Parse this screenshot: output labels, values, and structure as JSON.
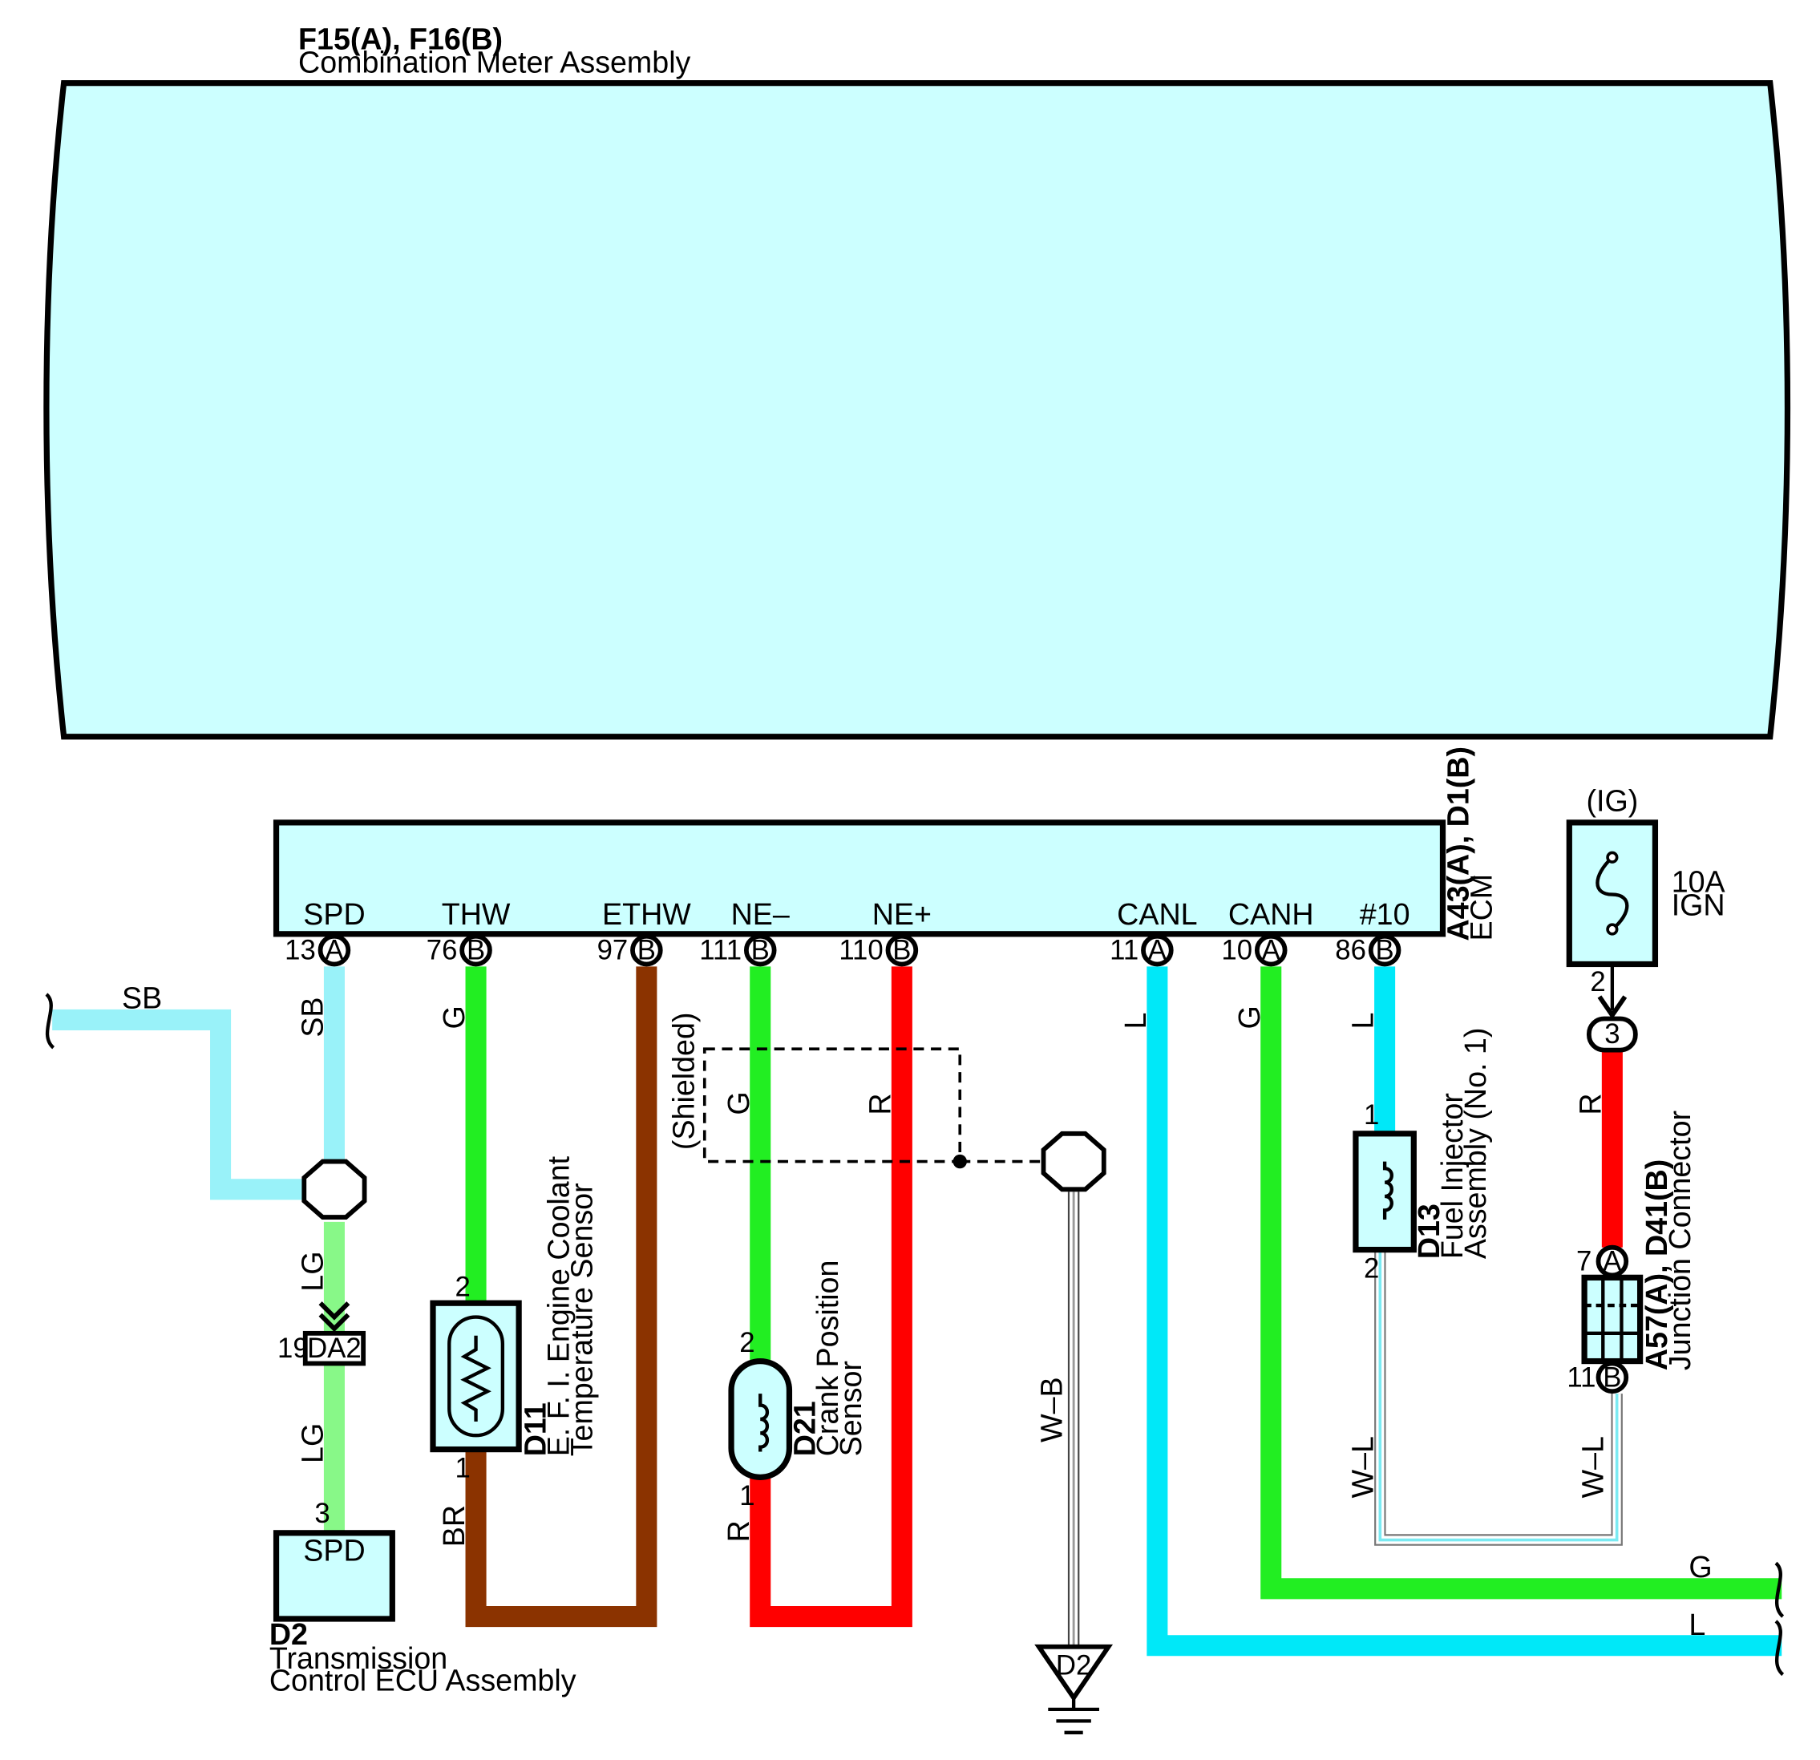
{
  "colors": {
    "box_fill": "#ccffff",
    "SB": "#99f2f9",
    "LG": "#88f888",
    "G": "#22ee22",
    "BR": "#8b3300",
    "R": "#ff0000",
    "L": "#00e8f8",
    "WL": "#7aeaf2",
    "WB": "#bbbbbb"
  },
  "meter": {
    "code": "F15(A), F16(B)",
    "name": "Combination Meter Assembly"
  },
  "ecm": {
    "code": "A43(A), D1(B)",
    "name": "ECM",
    "terminals": [
      {
        "label": "SPD",
        "pin": "13",
        "conn": "A"
      },
      {
        "label": "THW",
        "pin": "76",
        "conn": "B"
      },
      {
        "label": "ETHW",
        "pin": "97",
        "conn": "B"
      },
      {
        "label": "NE–",
        "pin": "111",
        "conn": "B"
      },
      {
        "label": "NE+",
        "pin": "110",
        "conn": "B"
      },
      {
        "label": "CANL",
        "pin": "11",
        "conn": "A"
      },
      {
        "label": "CANH",
        "pin": "10",
        "conn": "A"
      },
      {
        "label": "#10",
        "pin": "86",
        "conn": "B"
      }
    ]
  },
  "fuse": {
    "circuit": "(IG)",
    "rating": "10A",
    "name": "IGN",
    "pin_out": "2",
    "connector": "3"
  },
  "wires": {
    "sb_in": "SB",
    "sb": "SB",
    "lg_upper": "LG",
    "lg_lower": "LG",
    "thw_g": "G",
    "br": "BR",
    "ne_g": "G",
    "ne_r_top": "R",
    "ne_r_bottom": "R",
    "shielded": "(Shielded)",
    "wb": "W–B",
    "canl": "L",
    "canh": "G",
    "inj_l": "L",
    "ig_r": "R",
    "wl_left": "W–L",
    "wl_right": "W–L",
    "g_out": "G",
    "l_out": "L"
  },
  "da2": {
    "pin": "19",
    "label": "DA2"
  },
  "tcu": {
    "pin": "3",
    "terminal": "SPD",
    "code": "D2",
    "name_line1": "Transmission",
    "name_line2": "Control ECU Assembly"
  },
  "coolant_sensor": {
    "code": "D11",
    "name_line1": "E. F. I.  Engine Coolant",
    "name_line2": "Temperature Sensor",
    "pin_top": "2",
    "pin_bottom": "1"
  },
  "crank_sensor": {
    "code": "D21",
    "name_line1": "Crank Position",
    "name_line2": "Sensor",
    "pin_top": "2",
    "pin_bottom": "1"
  },
  "injector": {
    "code": "D13",
    "name_line1": "Fuel Injector",
    "name_line2": "Assembly (No.  1)",
    "pin_top": "1",
    "pin_bottom": "2"
  },
  "junction": {
    "code": "A57(A), D41(B)",
    "name": "Junction Connector",
    "pin_top": "7",
    "conn_top": "A",
    "pin_bottom": "11",
    "conn_bottom": "B"
  },
  "ground": {
    "label": "D2"
  }
}
